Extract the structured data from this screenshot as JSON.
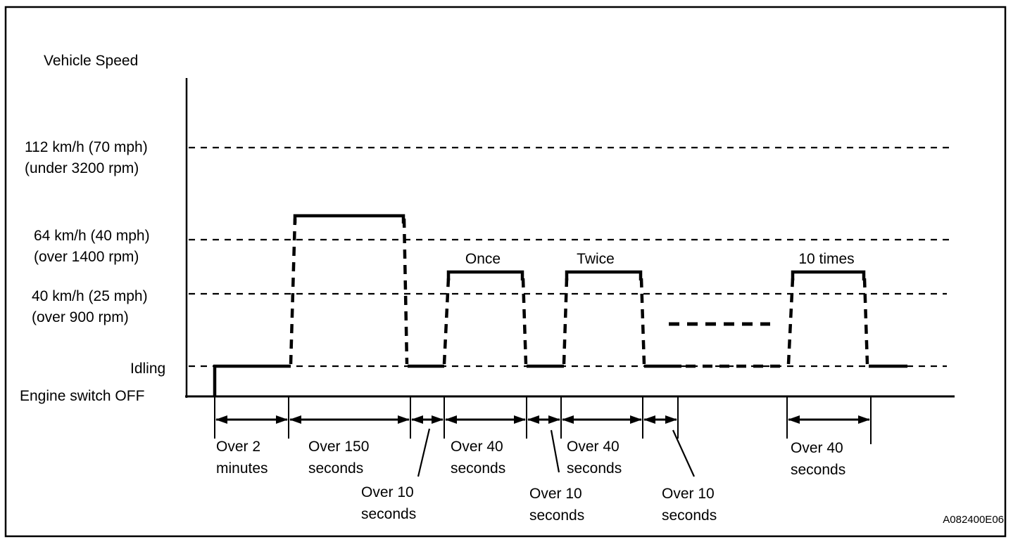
{
  "figure": {
    "title": "Vehicle Speed",
    "code": "A082400E06"
  },
  "y_axis_labels": {
    "speed112": {
      "line1": "112 km/h (70 mph)",
      "line2": "(under 3200 rpm)"
    },
    "speed64": {
      "line1": "64 km/h (40 mph)",
      "line2": "(over 1400 rpm)"
    },
    "speed40": {
      "line1": "40 km/h (25 mph)",
      "line2": "(over 900 rpm)"
    },
    "idling": "Idling",
    "engine_off": "Engine switch OFF"
  },
  "pulse_labels": {
    "first": "Once",
    "second": "Twice",
    "last": "10 times"
  },
  "intervals": [
    {
      "line1": "Over 2",
      "line2": "minutes"
    },
    {
      "line1": "Over 150",
      "line2": "seconds"
    },
    {
      "line1": "Over 10",
      "line2": "seconds"
    },
    {
      "line1": "Over 40",
      "line2": "seconds"
    },
    {
      "line1": "Over 10",
      "line2": "seconds"
    },
    {
      "line1": "Over 40",
      "line2": "seconds"
    },
    {
      "line1": "Over 10",
      "line2": "seconds"
    },
    {
      "line1": "Over 40",
      "line2": "seconds"
    }
  ],
  "colors": {
    "line": "#000000",
    "background": "#ffffff"
  },
  "chart_data": {
    "type": "line",
    "title": "Vehicle Speed",
    "ylabel": "Vehicle Speed",
    "y_levels": [
      "Engine switch OFF",
      "Idling",
      "40 km/h (25 mph) (over 900 rpm)",
      "64 km/h (40 mph) (over 1400 rpm)",
      "112 km/h (70 mph) (under 3200 rpm)"
    ],
    "reference_lines": [
      "112 km/h (70 mph)",
      "64 km/h (40 mph)",
      "40 km/h (25 mph)",
      "Idling"
    ],
    "sequence": [
      {
        "phase": "Idling after engine switch ON",
        "duration": "Over 2 minutes"
      },
      {
        "phase": "Drive over 64 km/h (40 mph), under 112 km/h (70 mph)",
        "duration": "Over 150 seconds"
      },
      {
        "phase": "Idling",
        "duration": "Over 10 seconds"
      },
      {
        "phase": "Drive over 40 km/h (25 mph)",
        "duration": "Over 40 seconds",
        "repetition": "Once"
      },
      {
        "phase": "Idling",
        "duration": "Over 10 seconds"
      },
      {
        "phase": "Drive over 40 km/h (25 mph)",
        "duration": "Over 40 seconds",
        "repetition": "Twice"
      },
      {
        "phase": "Idling",
        "duration": "Over 10 seconds"
      },
      {
        "phase": "Repeat idle / drive cycle (continuation shown as dashes)"
      },
      {
        "phase": "Drive over 40 km/h (25 mph)",
        "duration": "Over 40 seconds",
        "repetition": "10 times"
      },
      {
        "phase": "Idling"
      }
    ],
    "legend_position": "none",
    "grid": "dashed horizontal reference lines"
  }
}
